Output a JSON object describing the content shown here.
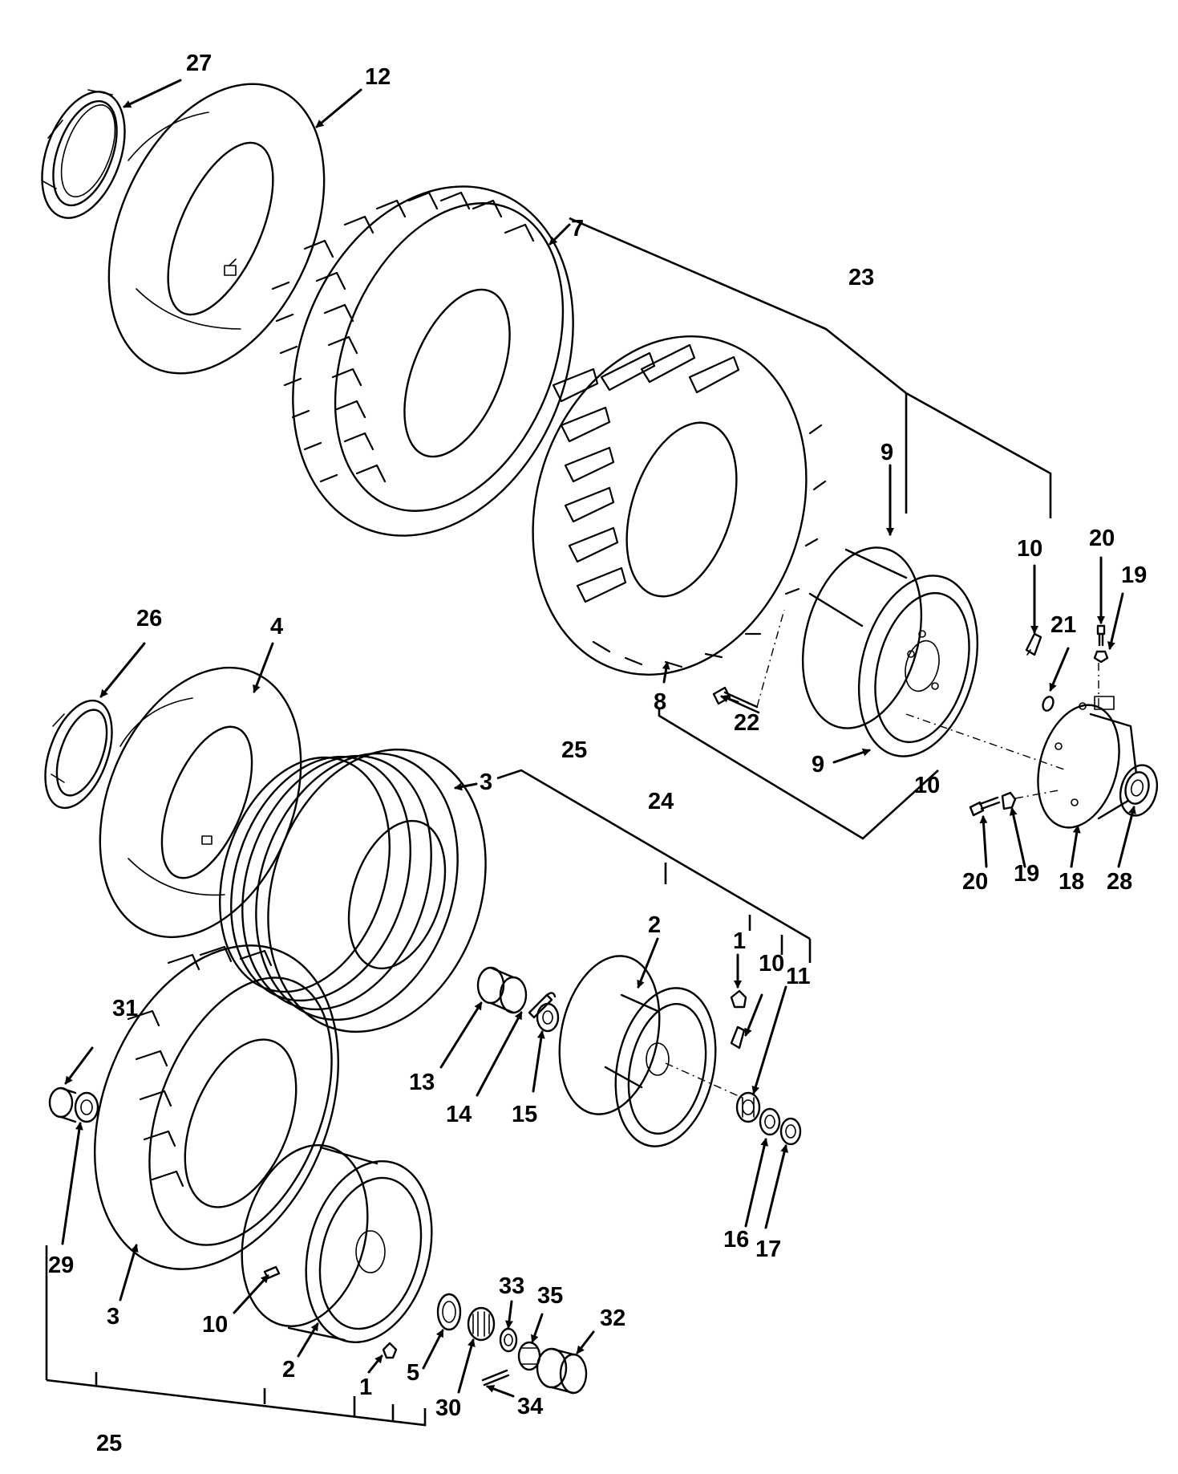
{
  "figure": {
    "callouts": {
      "c27": "27",
      "c12": "12",
      "c7": "7",
      "c23": "23",
      "c9a": "9",
      "c10a": "10",
      "c20a": "20",
      "c19a": "19",
      "c21": "21",
      "c8": "8",
      "c22": "22",
      "c9b": "9",
      "c24": "24",
      "c10b": "10",
      "c20b": "20",
      "c19b": "19",
      "c18": "18",
      "c28": "28",
      "c26": "26",
      "c4": "4",
      "c25a": "25",
      "c3a": "3",
      "c2a": "2",
      "c1a": "1",
      "c10c": "10",
      "c11": "11",
      "c13": "13",
      "c14": "14",
      "c15": "15",
      "c16": "16",
      "c17": "17",
      "c31": "31",
      "c29": "29",
      "c3b": "3",
      "c10d": "10",
      "c2b": "2",
      "c1b": "1",
      "c5": "5",
      "c30": "30",
      "c33": "33",
      "c35": "35",
      "c32": "32",
      "c34": "34",
      "c25b": "25"
    }
  }
}
